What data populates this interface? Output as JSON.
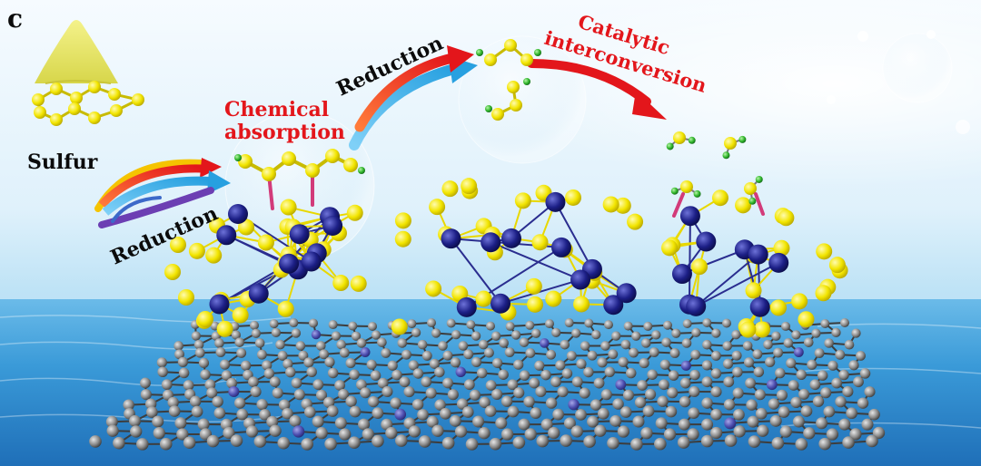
{
  "figure": {
    "panel_letter": "c",
    "labels": {
      "sulfur": "Sulfur",
      "reduction_left": "Reduction",
      "chemical_absorption_line1": "Chemical",
      "chemical_absorption_line2": "absorption",
      "reduction_top": "Reduction",
      "catalytic_line1": "Catalytic",
      "catalytic_line2": "interconversion"
    },
    "colors": {
      "sulfur_atom": "#f2e500",
      "metal_atom": "#1c1f86",
      "carbon_atom": "#8a8a8a",
      "nitrogen_atom": "#5a5ab0",
      "lithium_atom": "#2fb52a",
      "bond_highlight": "#d23b7a",
      "arrow_red": "#e3161b",
      "arrow_blue": "#27a0e0",
      "sky": "#dff2fb",
      "water": "#3a9ad8"
    },
    "icons": [
      "sulfur-powder-icon",
      "reduction-swirl-arrow-icon",
      "curved-red-arrow-icon",
      "curved-blue-arrow-icon"
    ]
  }
}
